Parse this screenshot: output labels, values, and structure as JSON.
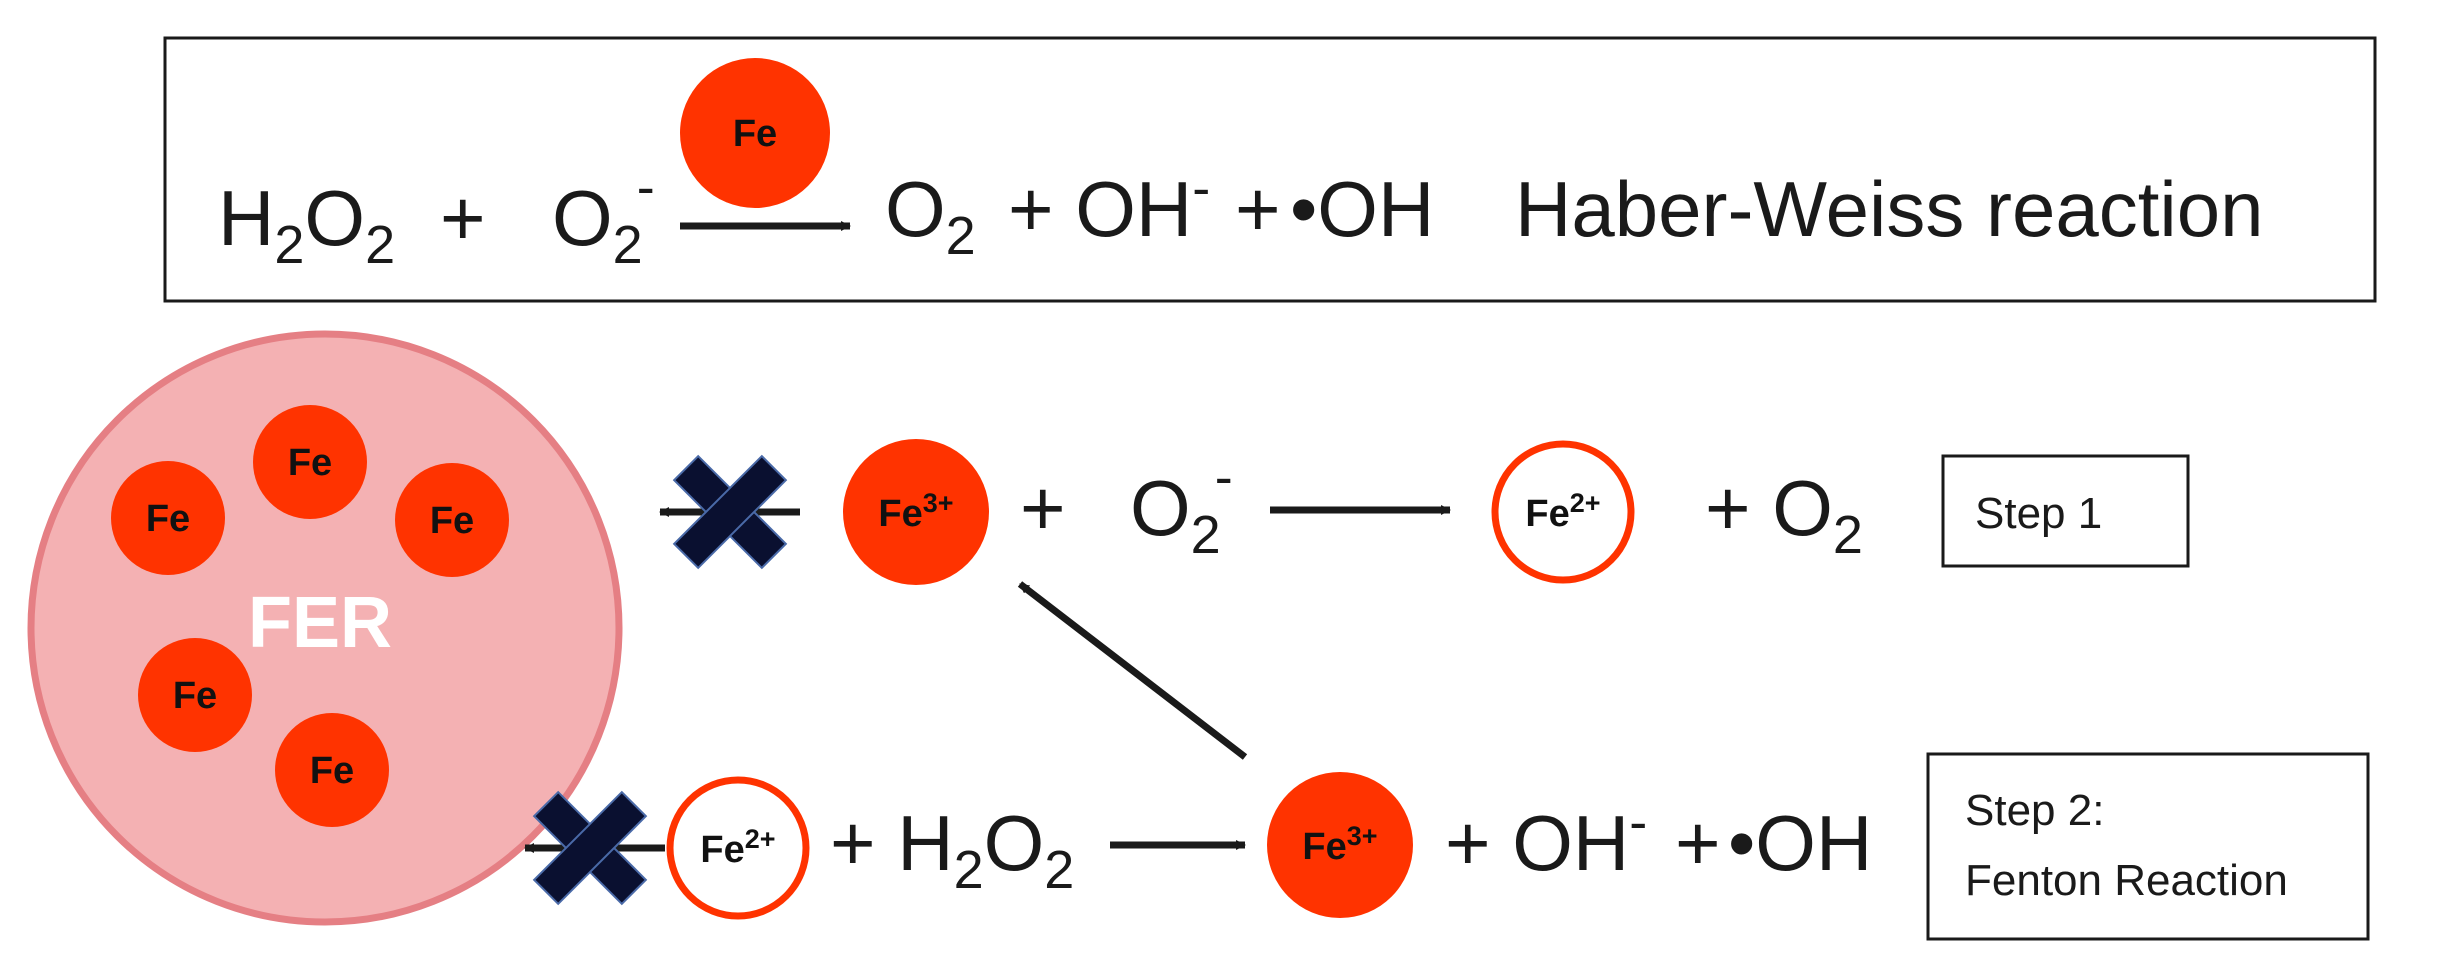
{
  "colors": {
    "iron": "#ff3300",
    "ferritin_fill": "#f4b1b3",
    "ferritin_stroke": "#e57f84",
    "ink": "#1a1a1a",
    "block_x": "#0a1030"
  },
  "haber_weiss": {
    "catalyst": "Fe",
    "r1_base": "H",
    "r1_sub1": "2",
    "r1_mid": "O",
    "r1_sub2": "2",
    "plus1": "+",
    "r2_base": "O",
    "r2_sub": "2",
    "r2_sup": "-",
    "p1_base": "O",
    "p1_sub": "2",
    "plus2": "+ OH",
    "p2_sup": "-",
    "plus3": "+",
    "radical": "•OH",
    "name": "Haber-Weiss reaction"
  },
  "ferritin": {
    "label": "FER",
    "iron_label": "Fe",
    "iron_count": 5
  },
  "step1": {
    "reactant_ion": "Fe",
    "reactant_charge": "3+",
    "plus": "+",
    "o2_base": "O",
    "o2_sub": "2",
    "o2_sup": "-",
    "product_ion": "Fe",
    "product_charge": "2+",
    "product_plus": "+ O",
    "product_sub": "2",
    "box_label": "Step 1"
  },
  "step2": {
    "reactant_ion": "Fe",
    "reactant_charge": "2+",
    "h2o2_prefix": "+ H",
    "h2o2_sub1": "2",
    "h2o2_mid": "O",
    "h2o2_sub2": "2",
    "product_ion": "Fe",
    "product_charge": "3+",
    "oh_text": "+ OH",
    "oh_sup": "-",
    "plus_radical": "+",
    "radical": "•OH",
    "box_line1": "Step 2:",
    "box_line2": "Fenton Reaction"
  }
}
